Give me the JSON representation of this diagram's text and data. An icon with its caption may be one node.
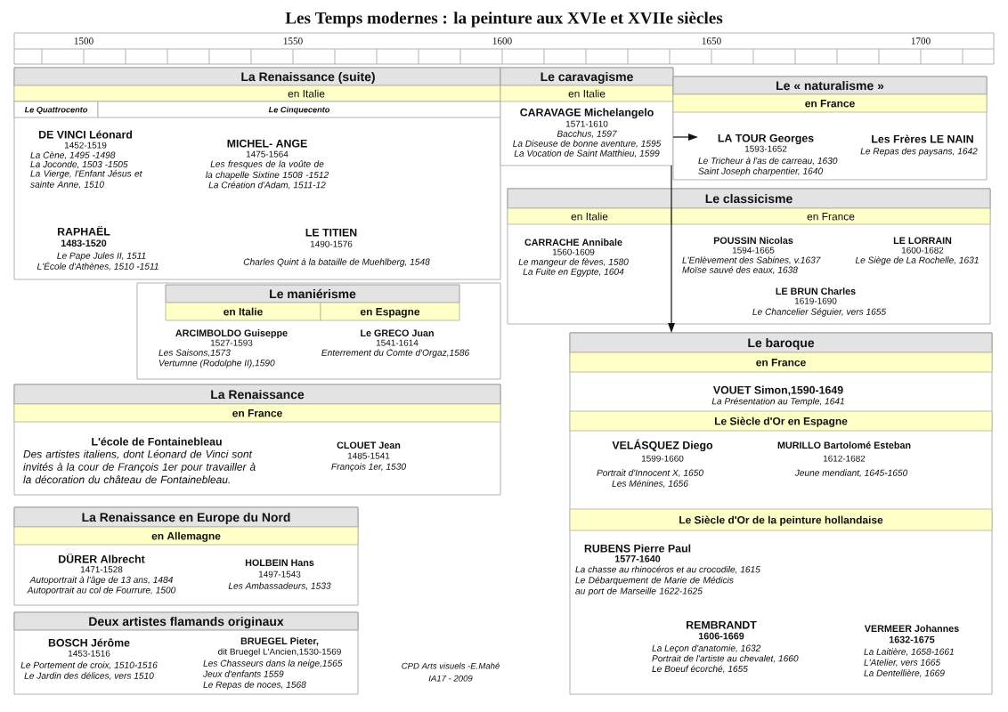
{
  "diagram": {
    "title": "Les Temps modernes : la peinture aux XVIe et XVIIe siècles",
    "nodes": [
      {
        "text": [
          "DE VINCI Léonard",
          "1452-1519",
          "La Cène, 1495 -1498",
          "La Joconde, 1503 -1505",
          "La Vierge, l'Enfant Jésus et sainte Anne, 1510",
          "MICHEL- ANGE",
          "1475-1564",
          "Les fresques de la voûte de la chapelle Sixtine 1508 -1512",
          "La Création d'Adam, 1511-12",
          "RAPHAËL",
          "1483-1520",
          "Le Pape Jules II, 1511",
          "L'École d'Athènes, 1510 -1511",
          "LE TITIEN",
          "1490-1576",
          "Charles Quint à la bataille de Muehlberg, 1548"
        ]
      },
      {
        "text": [
          "La Renaissance (suite)"
        ],
        "in": 0
      },
      {
        "text": [
          "en Italie"
        ],
        "in": 0
      },
      {
        "text": [
          "Le Quattrocento"
        ],
        "in": 0
      },
      {
        "text": [
          "Le Cinquecento"
        ],
        "in": 0
      },
      {
        "text": [
          "CARAVAGE Michelangelo",
          "1571-1610",
          "Bacchus, 1597",
          "La Diseuse de bonne aventure, 1595",
          "La Vocation de Saint Matthieu, 1599"
        ]
      },
      {
        "text": [
          "Le caravagisme"
        ],
        "in": 5
      },
      {
        "text": [
          "en Italie"
        ],
        "in": 5
      },
      {
        "text": [
          "Les Frères LE NAIN",
          "Le Repas des paysans, 1642"
        ]
      },
      {
        "text": [
          "Le « naturalisme »"
        ],
        "in": 8
      },
      {
        "text": [
          "en France"
        ],
        "in": 8
      },
      {
        "text": [
          "LA TOUR Georges",
          "1593-1652",
          "Le Tricheur à l'as de carreau, 1630",
          "Saint Joseph charpentier, 1640"
        ],
        "in": 8
      },
      {
        "text": [
          "CARRACHE Annibale",
          "1560-1609",
          "Le mangeur de fèves, 1580",
          "La Fuite en Egypte, 1604",
          "POUSSIN Nicolas",
          "1594-1665",
          "L'Enlèvement des Sabines, v.1637",
          "Moïse sauvé des eaux, 1638",
          "LE LORRAIN",
          "1600-1682",
          "Le Siège de La Rochelle, 1631",
          "LE BRUN Charles",
          "1619-1690",
          "Le Chancelier Séguier, vers 1655"
        ]
      },
      {
        "text": [
          "Le classicisme"
        ],
        "in": 12
      },
      {
        "text": [
          "en Italie"
        ],
        "in": 12
      },
      {
        "text": [
          "en France"
        ],
        "in": 12
      },
      {
        "text": [
          "ARCIMBOLDO Guiseppe",
          "1527-1593",
          "Les Saisons,1573",
          "Vertumne (Rodolphe II),1590",
          "Le GRECO Juan",
          "1541-1614",
          "Enterrement du Comte d'Orgaz,1586"
        ]
      },
      {
        "text": [
          "Le maniérisme"
        ],
        "in": 16
      },
      {
        "text": [
          "en Italie"
        ],
        "in": 16
      },
      {
        "text": [
          "en Espagne"
        ],
        "in": 16
      },
      {
        "text": [
          "VOUET Simon,1590-1649",
          "La Présentation au Temple, 1641",
          "VELÁSQUEZ Diego",
          "1599-1660",
          "Portrait d'Innocent X, 1650",
          "Les Ménines, 1656",
          "MURILLO Bartolomé Esteban",
          "1612-1682",
          "Jeune mendiant, 1645-1650",
          "RUBENS Pierre Paul",
          "1577-1640",
          "La chasse au rhinocéros et au crocodile, 1615",
          "Le Débarquement de Marie de Médicis au port de Marseille 1622-1625",
          "REMBRANDT",
          "1606-1669",
          "La Leçon d'anatomie, 1632",
          "Portrait de l'artiste au chevalet, 1660",
          "Le Boeuf écorché, 1655",
          "VERMEER Johannes",
          "1632-1675",
          "La Laitière, 1658-1661",
          "L'Atelier, vers 1665",
          "La Dentellière, 1669"
        ]
      },
      {
        "text": [
          "Le baroque"
        ],
        "in": 20
      },
      {
        "text": [
          "en France"
        ],
        "in": 20
      },
      {
        "text": [
          "Le Siècle d'Or en Espagne"
        ],
        "in": 20
      },
      {
        "text": [
          "Le Siècle d'Or de la peinture hollandaise"
        ],
        "in": 20
      },
      {
        "text": [
          "L'école de Fontainebleau",
          "Des artistes italiens, dont Léonard de Vinci sont invités à la cour de François 1er pour travailler à la décoration du château de Fontainebleau.",
          "CLOUET Jean",
          "1485-1541",
          "François 1er, 1530"
        ]
      },
      {
        "text": [
          "La Renaissance"
        ],
        "in": 25
      },
      {
        "text": [
          "en France"
        ],
        "in": 25
      },
      {
        "text": [
          "DÜRER Albrecht",
          "1471-1528",
          "Autoportrait à l'âge de 13 ans, 1484",
          "Autoportrait au col de Fourrure, 1500",
          "HOLBEIN Hans",
          "1497-1543",
          "Les Ambassadeurs, 1533"
        ]
      },
      {
        "text": [
          "La Renaissance en Europe du Nord"
        ],
        "in": 28
      },
      {
        "text": [
          "en Allemagne"
        ],
        "in": 28
      },
      {
        "text": [
          "BOSCH Jérôme",
          "1453-1516",
          "Le Portement de croix, 1510-1516",
          "Le Jardin des délices, vers 1510",
          "BRUEGEL Pieter,",
          "dit Bruegel L'Ancien,1530-1569",
          "Les Chasseurs dans la neige,1565",
          "Jeux d'enfants 1559",
          "Le Repas de noces, 1568"
        ]
      },
      {
        "text": [
          "Deux artistes flamands originaux"
        ],
        "in": 31
      }
    ],
    "edges": [
      {
        "from": 5,
        "to": 11,
        "arrow": "to"
      },
      {
        "from": 5,
        "to": 20,
        "arrow": "to"
      }
    ],
    "labels": [
      "1500",
      "1550",
      "1600",
      "1650",
      "1700",
      "CPD Arts visuels -E.Mahé",
      "IA17 - 2009"
    ]
  }
}
